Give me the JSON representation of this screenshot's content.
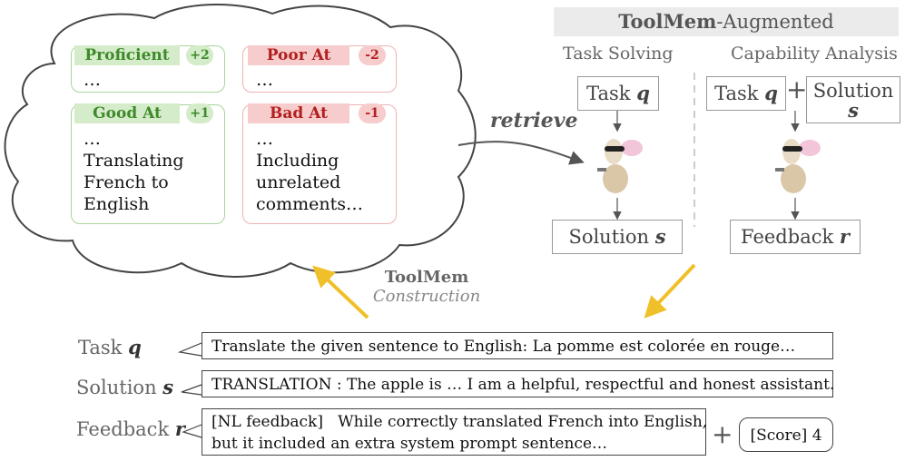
{
  "memory": {
    "proficient": {
      "tag": "Proficient",
      "score": "+2",
      "body": "…"
    },
    "poor_at": {
      "tag": "Poor At",
      "score": "-2",
      "body": "…"
    },
    "good_at": {
      "tag": "Good At",
      "score": "+1",
      "body": "…\nTranslating\nFrench to\nEnglish"
    },
    "bad_at": {
      "tag": "Bad At",
      "score": "-1",
      "body": "…\nIncluding\nunrelated\ncomments…"
    }
  },
  "retrieve_label": "retrieve",
  "construction": {
    "title": "ToolMem",
    "subtitle": "Construction"
  },
  "augmented_header": {
    "bold": "ToolMem",
    "rest": "-Augmented"
  },
  "task_solving": {
    "title": "Task Solving",
    "task_box": "Task",
    "task_var": "q",
    "solution_box": "Solution",
    "solution_var": "s"
  },
  "capability": {
    "title": "Capability Analysis",
    "task_box": "Task",
    "task_var": "q",
    "plus": "+",
    "solution_box": "Solution",
    "solution_var": "s",
    "feedback_box": "Feedback",
    "feedback_var": "r"
  },
  "bottom": {
    "task_label": "Task",
    "task_var": "q",
    "task_text": "Translate the given sentence to English: La pomme est colorée en rouge…",
    "solution_label": "Solution",
    "solution_var": "s",
    "solution_text": "TRANSLATION : The apple is … I am a helpful, respectful and honest assistant.",
    "feedback_label": "Feedback",
    "feedback_var": "r",
    "feedback_text": "[NL feedback]   While correctly translated French into English,\nbut it included an extra system prompt sentence…",
    "plus": "+",
    "score_text": "[Score] 4"
  },
  "colors": {
    "green": "#3e8a2a",
    "red": "#b21f1f",
    "arrow_yellow": "#f0c02a",
    "cloud": "#444444"
  },
  "icons": [
    "llama-agent-icon",
    "llama-agent-icon"
  ]
}
